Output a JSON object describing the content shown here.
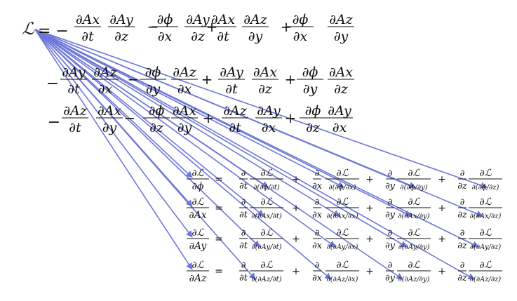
{
  "lagrangian": {
    "symbol": "ℒ",
    "row1": {
      "lead": "= −",
      "terms": [
        {
          "n1": "∂Ax",
          "d1": "∂t",
          "n2": "∂Ay",
          "d2": "∂z",
          "op": "−"
        },
        {
          "n1": "∂ϕ",
          "d1": "∂x",
          "n2": "∂Ay",
          "d2": "∂z",
          "op": "+"
        },
        {
          "n1": "∂Ax",
          "d1": "∂t",
          "n2": "∂Az",
          "d2": "∂y",
          "op": "+"
        },
        {
          "n1": "∂ϕ",
          "d1": "∂x",
          "n2": "∂Az",
          "d2": "∂y",
          "op": ""
        }
      ]
    },
    "row2": {
      "lead": "−",
      "terms": [
        {
          "n1": "∂Ay",
          "d1": "∂t",
          "n2": "∂Az",
          "d2": "∂x",
          "op": "−"
        },
        {
          "n1": "∂ϕ",
          "d1": "∂y",
          "n2": "∂Az",
          "d2": "∂x",
          "op": "+"
        },
        {
          "n1": "∂Ay",
          "d1": "∂t",
          "n2": "∂Ax",
          "d2": "∂z",
          "op": "+"
        },
        {
          "n1": "∂ϕ",
          "d1": "∂y",
          "n2": "∂Ax",
          "d2": "∂z",
          "op": ""
        }
      ]
    },
    "row3": {
      "lead": "−",
      "terms": [
        {
          "n1": "∂Az",
          "d1": "∂t",
          "n2": "∂Ax",
          "d2": "∂y",
          "op": "−"
        },
        {
          "n1": "∂ϕ",
          "d1": "∂z",
          "n2": "∂Ax",
          "d2": "∂y",
          "op": "+"
        },
        {
          "n1": "∂Az",
          "d1": "∂t",
          "n2": "∂Ay",
          "d2": "∂x",
          "op": "+"
        },
        {
          "n1": "∂ϕ",
          "d1": "∂z",
          "n2": "∂Ay",
          "d2": "∂x",
          "op": ""
        }
      ]
    }
  },
  "euler_lagrange": {
    "equals": "=",
    "plus": "+",
    "partial": "∂",
    "dL": "∂ℒ",
    "vars": [
      "t",
      "x",
      "y",
      "z"
    ],
    "rows": [
      {
        "field": "ϕ",
        "lhs_num": "∂ℒ",
        "lhs_den": "∂ϕ",
        "inner_num": "∂ϕ"
      },
      {
        "field": "Ax",
        "lhs_num": "∂ℒ",
        "lhs_den": "∂Ax",
        "inner_num": "∂Ax"
      },
      {
        "field": "Ay",
        "lhs_num": "∂ℒ",
        "lhs_den": "∂Ay",
        "inner_num": "∂Ay"
      },
      {
        "field": "Az",
        "lhs_num": "∂ℒ",
        "lhs_den": "∂Az",
        "inner_num": "∂Az"
      }
    ]
  },
  "colors": {
    "arrow": "#6f78d8",
    "text": "#111111"
  }
}
